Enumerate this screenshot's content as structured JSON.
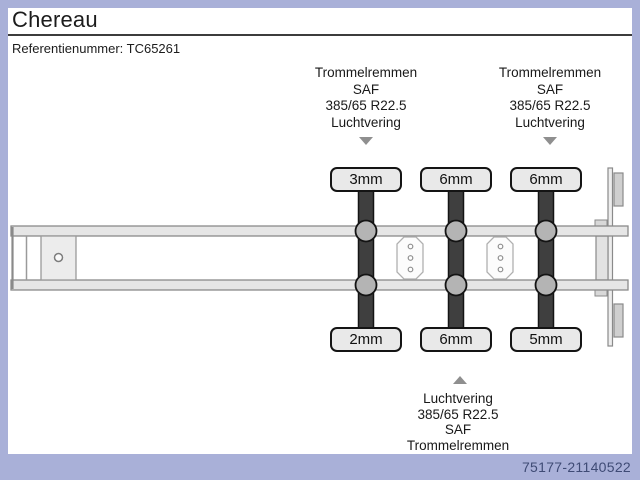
{
  "frame": {
    "border_color": "#a9b0d8",
    "watermark_id": "75177-21140522",
    "watermark_color": "#3f4b75"
  },
  "header": {
    "title": "Chereau",
    "reference": "Referentienummer: TC65261"
  },
  "spec_blocks": {
    "top_left": {
      "lines": [
        "Trommelremmen",
        "SAF",
        "385/65 R22.5",
        "Luchtvering"
      ],
      "pointer": "down-arrow"
    },
    "top_right": {
      "lines": [
        "Trommelremmen",
        "SAF",
        "385/65 R22.5",
        "Luchtvering"
      ],
      "pointer": "down-arrow"
    },
    "bottom": {
      "lines": [
        "Luchtvering",
        "385/65 R22.5",
        "SAF",
        "Trommelremmen"
      ],
      "pointer": "up-arrow"
    }
  },
  "tread_depths": {
    "top_row": [
      "3mm",
      "6mm",
      "6mm"
    ],
    "bottom_row": [
      "2mm",
      "6mm",
      "5mm"
    ]
  },
  "diagram": {
    "description": "top view of 3-axle trailer chassis",
    "axle_color": "#3f3f3f",
    "bellow_color": "#b4b4b4",
    "rail_fill": "#e6e6e6",
    "rail_stroke": "#8a8a8a",
    "box_fill": "#e9e9e9"
  }
}
